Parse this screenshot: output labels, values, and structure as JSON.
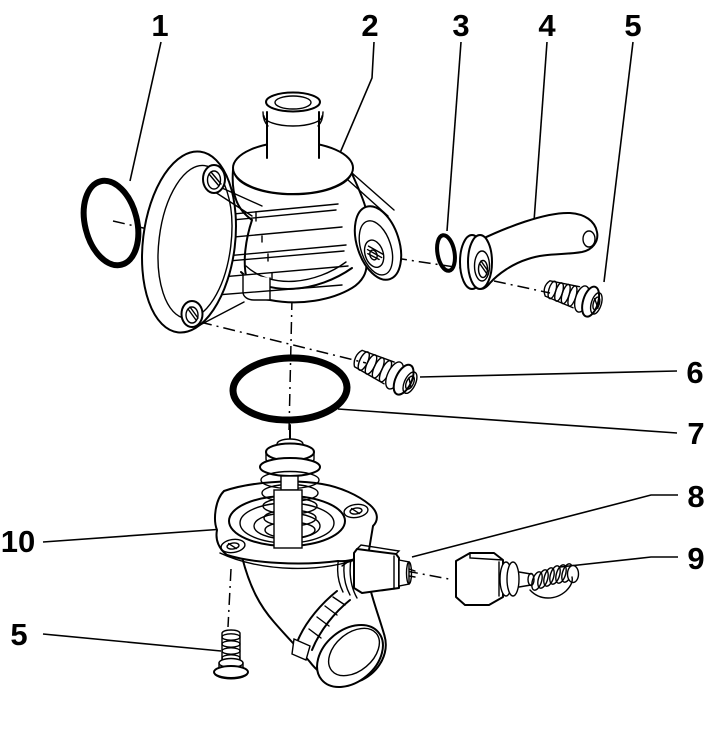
{
  "diagram": {
    "background": "#ffffff",
    "line_color": "#000000",
    "callouts": [
      {
        "num": "1",
        "part": "large-o-ring-left"
      },
      {
        "num": "2",
        "part": "upper-thermostat-housing"
      },
      {
        "num": "3",
        "part": "small-o-ring"
      },
      {
        "num": "4",
        "part": "coolant-pipe-flange"
      },
      {
        "num": "5",
        "part": "bolt-upper-right"
      },
      {
        "num": "6",
        "part": "bolt-middle"
      },
      {
        "num": "7",
        "part": "large-o-ring-center"
      },
      {
        "num": "8",
        "part": "temperature-sensor"
      },
      {
        "num": "9",
        "part": "harness-connector"
      },
      {
        "num": "10",
        "part": "lower-thermostat-housing"
      },
      {
        "num": "5",
        "part": "bolt-lower-left"
      }
    ]
  }
}
